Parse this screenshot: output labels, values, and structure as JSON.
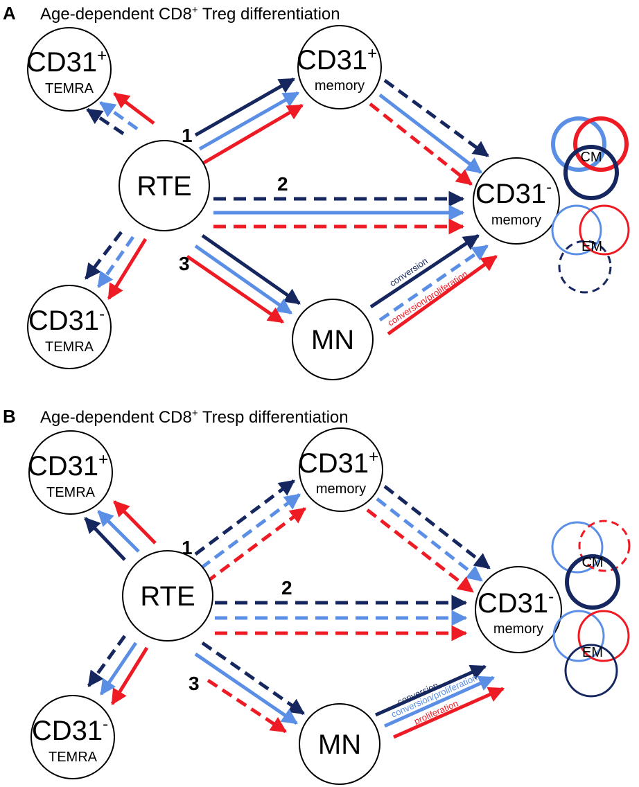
{
  "colors": {
    "dark": "#15275e",
    "light": "#5b8fe6",
    "red": "#ee1b24",
    "node_stroke": "#000000"
  },
  "panels": [
    {
      "letter": "A",
      "title_pre": "Age-dependent CD8",
      "title_sup": "+",
      "title_post": " Treg differentiation",
      "nodes": {
        "cd31p_temra": {
          "main": "CD31",
          "sup": "+",
          "sub": "TEMRA"
        },
        "cd31p_memory": {
          "main": "CD31",
          "sup": "+",
          "sub": "memory"
        },
        "rte": {
          "main": "RTE"
        },
        "cd31n_memory": {
          "main": "CD31",
          "sup": "-",
          "sub": "memory"
        },
        "cd31n_temra": {
          "main": "CD31",
          "sup": "-",
          "sub": "TEMRA"
        },
        "mn": {
          "main": "MN"
        }
      },
      "path_numbers": [
        "1",
        "2",
        "3"
      ],
      "indicators": {
        "cm": "CM",
        "em": "EM"
      },
      "mn_labels": {
        "dark": "conversion",
        "light": "",
        "red": "conversion/proliferation"
      }
    },
    {
      "letter": "B",
      "title_pre": "Age-dependent CD8",
      "title_sup": "+",
      "title_post": " Tresp differentiation",
      "nodes": {
        "cd31p_temra": {
          "main": "CD31",
          "sup": "+",
          "sub": "TEMRA"
        },
        "cd31p_memory": {
          "main": "CD31",
          "sup": "+",
          "sub": "memory"
        },
        "rte": {
          "main": "RTE"
        },
        "cd31n_memory": {
          "main": "CD31",
          "sup": "-",
          "sub": "memory"
        },
        "cd31n_temra": {
          "main": "CD31",
          "sup": "-",
          "sub": "TEMRA"
        },
        "mn": {
          "main": "MN"
        }
      },
      "path_numbers": [
        "1",
        "2",
        "3"
      ],
      "indicators": {
        "cm": "CM",
        "em": "EM"
      },
      "mn_labels": {
        "dark": "conversion",
        "light": "conversion/proliferation",
        "red": "proliferation"
      }
    }
  ]
}
